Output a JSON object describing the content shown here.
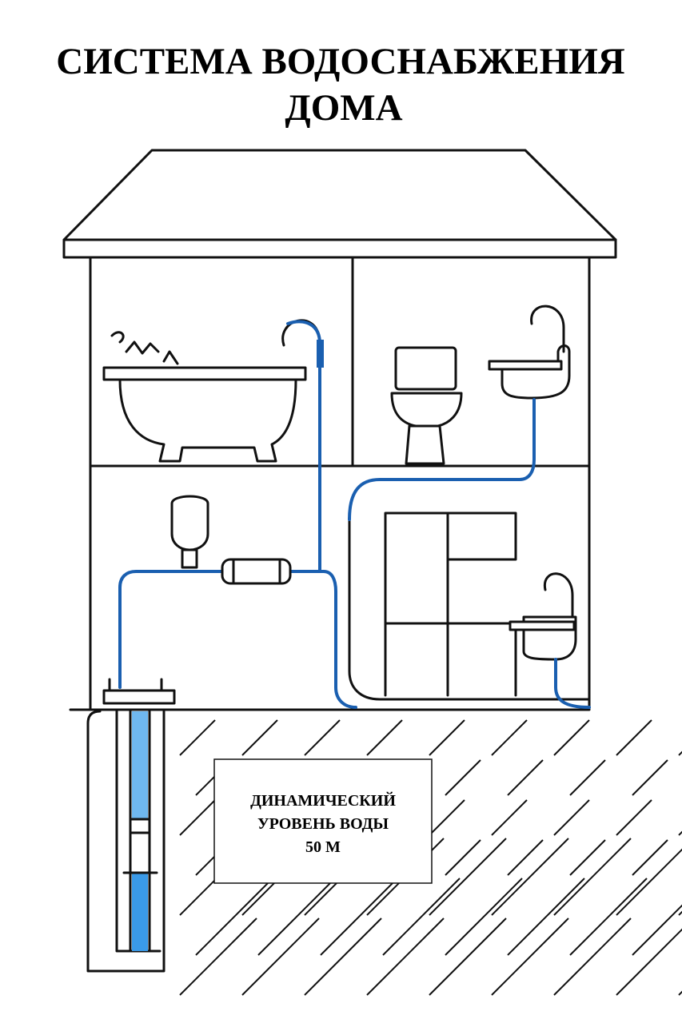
{
  "title": {
    "line1": "СИСТЕМА ВОДОСНАБЖЕНИЯ",
    "line2": "ДОМА"
  },
  "label": {
    "line1": "ДИНАМИЧЕСКИЙ",
    "line2": "УРОВЕНЬ ВОДЫ",
    "line3": "50 М"
  },
  "colors": {
    "pipe": "#1a5fb0",
    "water_light": "#6fb8f0",
    "water_dark": "#3a9ae8",
    "line": "#111111"
  }
}
